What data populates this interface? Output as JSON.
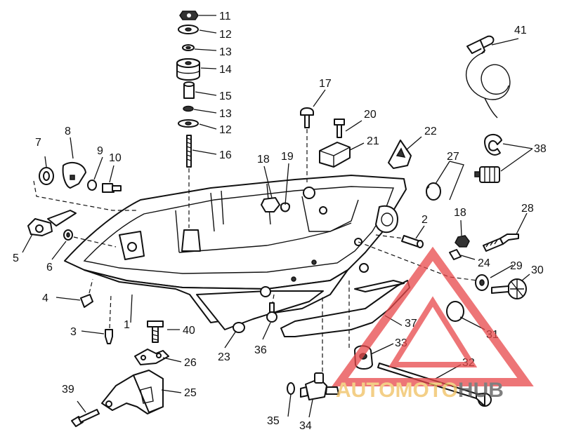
{
  "callouts": [
    "1",
    "2",
    "3",
    "4",
    "5",
    "6",
    "7",
    "8",
    "9",
    "10",
    "11",
    "12",
    "13",
    "14",
    "15",
    "16",
    "17",
    "18",
    "19",
    "20",
    "21",
    "22",
    "23",
    "24",
    "25",
    "26",
    "27",
    "28",
    "29",
    "30",
    "31",
    "32",
    "33",
    "34",
    "35",
    "36",
    "37",
    "38",
    "39",
    "40",
    "41"
  ],
  "watermark": {
    "text_a": "AUTOMOTO",
    "text_b": "HUB",
    "color_a": "#f0c060",
    "color_b": "#555555",
    "triangle_color": "#e8484a"
  }
}
